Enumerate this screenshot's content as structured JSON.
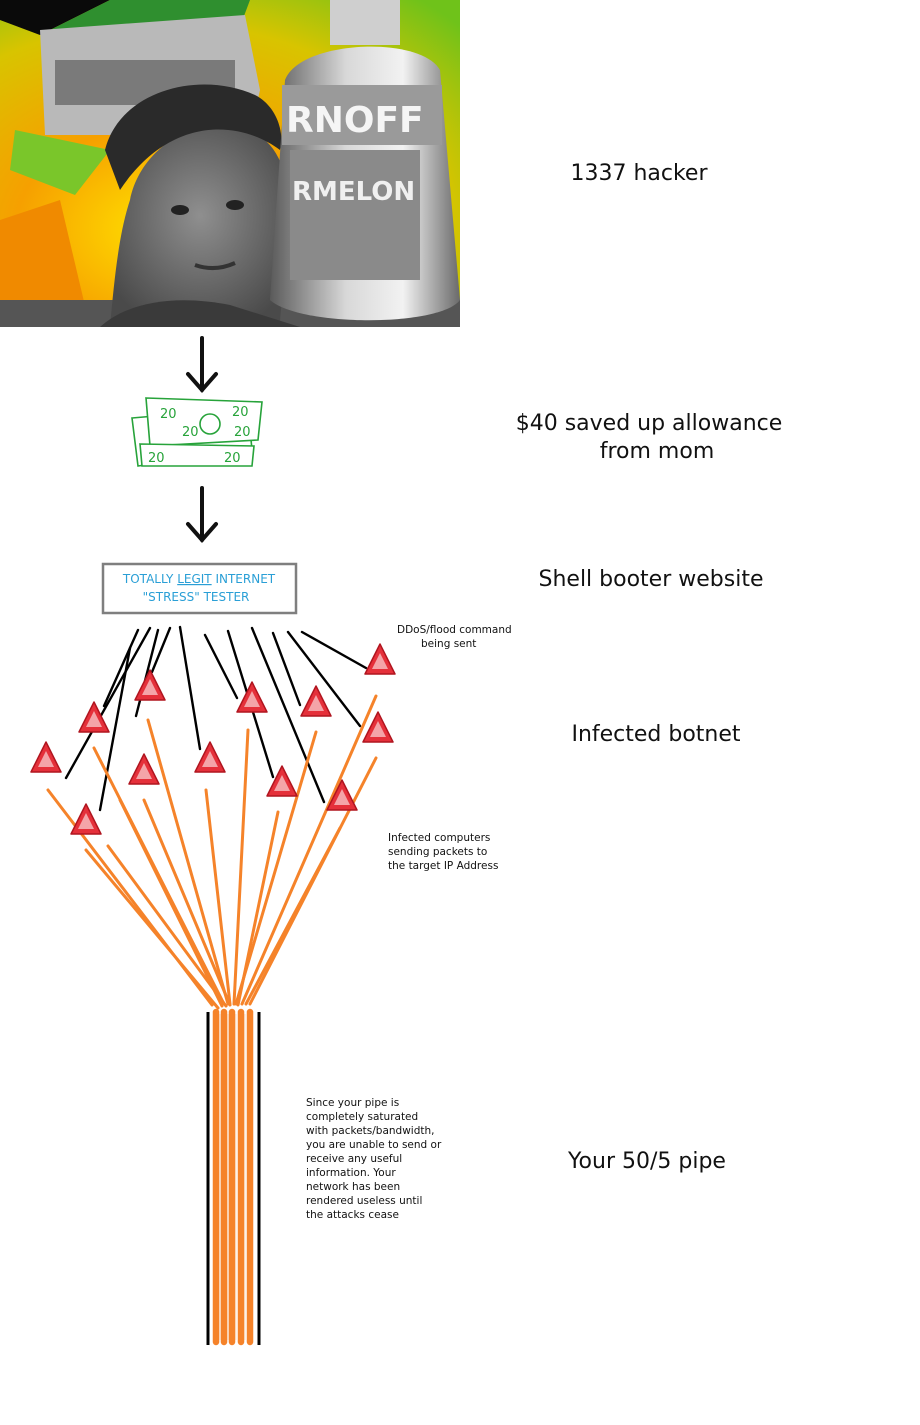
{
  "labels": {
    "hacker": "1337 hacker",
    "allowance_line1": "$40 saved up allowance",
    "allowance_line2": "from mom",
    "booter": "Shell booter website",
    "botnet": "Infected botnet",
    "pipe": "Your 50/5 pipe"
  },
  "photo": {
    "bottle_text_1": "RNOFF",
    "bottle_text_2": "RMELON"
  },
  "cash": {
    "note_text": "20"
  },
  "booter_box": {
    "line1_pre": "TOTALLY ",
    "line1_link": "LEGIT",
    "line1_post": " INTERNET",
    "line2": "\"STRESS\" TESTER"
  },
  "annotations": {
    "command": [
      "DDoS/flood command",
      "being sent"
    ],
    "sending": [
      "Infected computers",
      "sending packets to",
      "the target IP Address"
    ],
    "saturated": [
      "Since your pipe is",
      "completely saturated",
      "with  packets/bandwidth,",
      "you are unable to send or",
      "receive any useful",
      "information. Your",
      "network has been",
      "rendered useless until",
      "the attacks cease"
    ]
  },
  "colors": {
    "command_line": "#000000",
    "packet_line": "#f5832a",
    "bot_fill": "#e5303a",
    "cash_ink": "#27a33a",
    "booter_text": "#2a9fd6",
    "booter_border": "#7f7f7f"
  }
}
